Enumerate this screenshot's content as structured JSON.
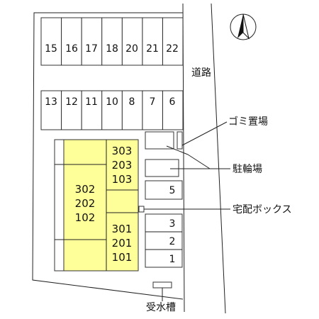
{
  "road_label": "道路",
  "north_icon": "north-arrow-icon",
  "parking_upper": [
    "15",
    "16",
    "17",
    "18",
    "20",
    "21",
    "22"
  ],
  "parking_lower": [
    "13",
    "12",
    "11",
    "10",
    "8",
    "7",
    "6"
  ],
  "parking_right": [
    "5",
    "3",
    "2",
    "1"
  ],
  "building": {
    "fill": "#ffff99",
    "units_top_right": [
      "303",
      "203",
      "103"
    ],
    "units_left": [
      "302",
      "202",
      "102"
    ],
    "units_bottom_right": [
      "301",
      "201",
      "101"
    ]
  },
  "callouts": {
    "garbage": "ゴミ置場",
    "bike": "駐輪場",
    "delivery_box": "宅配ボックス",
    "water_tank": "受水槽"
  }
}
